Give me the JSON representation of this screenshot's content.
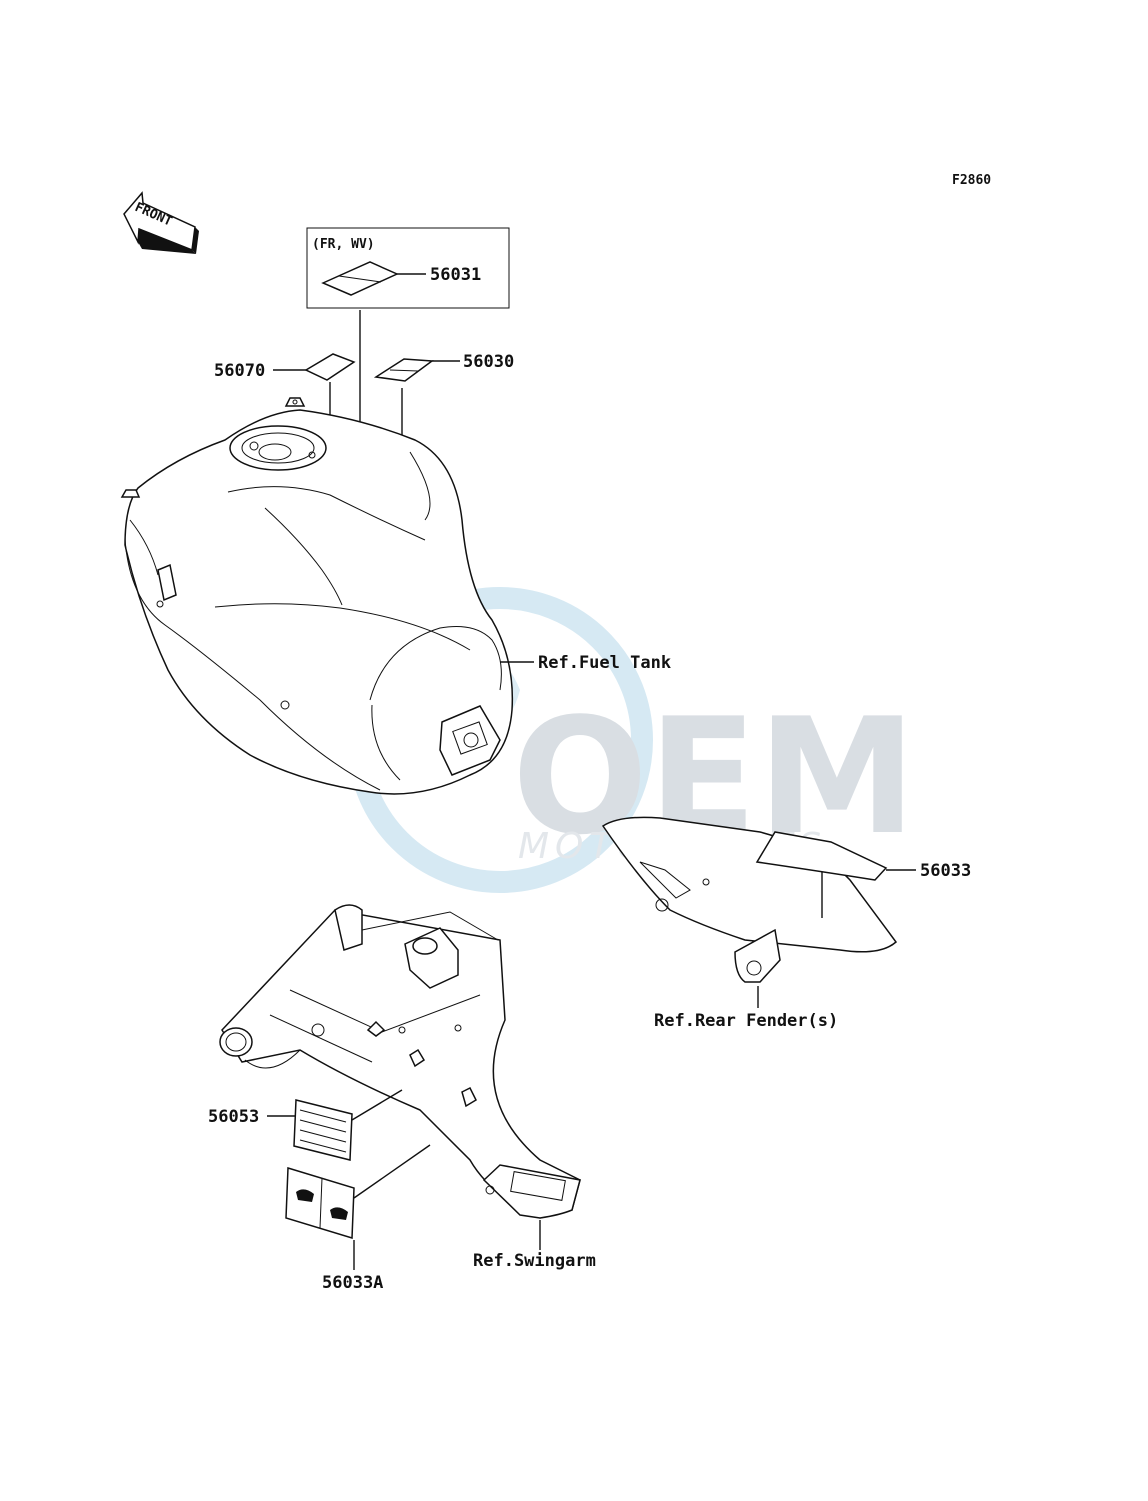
{
  "diagram": {
    "figure_code": "F2860",
    "front_arrow_text": "FRONT",
    "variant_box_label": "(FR, WV)",
    "part_numbers": {
      "p56031": "56031",
      "p56070": "56070",
      "p56030": "56030",
      "p56033": "56033",
      "p56053": "56053",
      "p56033A": "56033A"
    },
    "references": {
      "fuel_tank": "Ref.Fuel Tank",
      "rear_fender": "Ref.Rear Fender(s)",
      "swingarm": "Ref.Swingarm"
    }
  },
  "watermark": {
    "brand": "OEM",
    "sub": "MOTORPARTS"
  }
}
